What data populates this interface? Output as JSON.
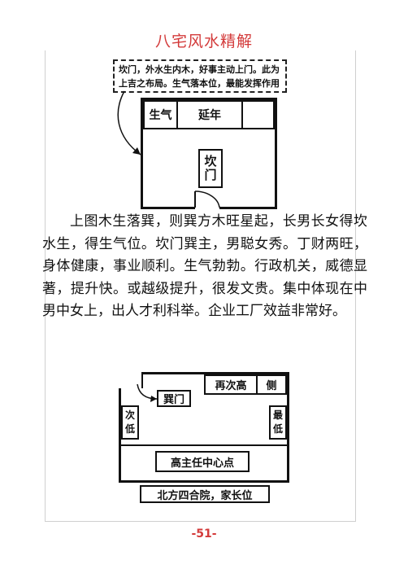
{
  "header": {
    "title": "八宅风水精解"
  },
  "note": {
    "text": "坎门，外水生内木，好事主动上门。此为上吉之布局。生气落本位，最能发挥作用"
  },
  "plan1": {
    "shengqi": "生气",
    "yannian": "延年",
    "kanmen_1": "坎",
    "kanmen_2": "门"
  },
  "body": {
    "paragraph": "上图木生落巽，则巽方木旺星起，长男长女得坎水生，得生气位。坎门巽主，男聪女秀。丁财两旺，身体健康，事业顺利。生气勃勃。行政机关，威德显著，提升快。或越级提升，很发文贵。集中体现在中男中女上，出人才利科举。企业工厂效益非常好。"
  },
  "plan2": {
    "xunmen": "巽门",
    "zaicigao": "再次高",
    "ce": "侧",
    "cidi_1": "次",
    "cidi_2": "低",
    "zuidi_1": "最",
    "zuidi_2": "低",
    "center": "高主任中心点",
    "caption": "北方四合院，家长位"
  },
  "footer": {
    "page_number": "-51-"
  }
}
